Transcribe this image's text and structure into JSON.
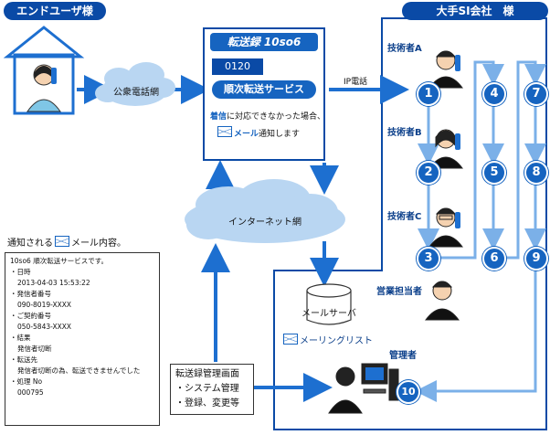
{
  "left_header": "エンドユーザ様",
  "right_header": "大手SI会社　様",
  "service": {
    "logo": "転送録 10so6",
    "number": "0120",
    "name": "順次転送サービス",
    "note_line1_highlight": "着信",
    "note_line1_rest": "に対応できなかった場合、",
    "note_line2_highlight": "メール",
    "note_line2_rest": "通知します"
  },
  "clouds": {
    "phone_network": "公衆電話網",
    "internet": "インターネット網"
  },
  "ip_label": "IP電話",
  "mail_server": "メールサーバ",
  "mailing_list": "メーリングリスト",
  "staff": [
    "技術者A",
    "技術者B",
    "技術者C"
  ],
  "sales_rep": "営業担当者",
  "admin": "管理者",
  "numbers": [
    "1",
    "2",
    "3",
    "4",
    "5",
    "6",
    "7",
    "8",
    "9",
    "10"
  ],
  "mgmt": {
    "title": "転送録管理画面",
    "item1": "・システム管理",
    "item2": "・登録、変更等"
  },
  "notice": {
    "title_prefix": "通知される",
    "title_suffix": "メール内容。",
    "lines": [
      "10so6 順次転送サービスです。",
      "・日時",
      "2013-04-03 15:53:22",
      "・発信者番号",
      "090-8019-XXXX",
      "・ご契約番号",
      "050-5843-XXXX",
      "・結果",
      "発信者切断",
      "・転送先",
      "発信者切断の為、転送できませんでした",
      "・処理 No",
      "000795"
    ]
  },
  "colors": {
    "primary": "#0a4aa6",
    "accent": "#1664c0",
    "cloud": "#b9d6f2",
    "arrow": "#1d6fd0"
  }
}
